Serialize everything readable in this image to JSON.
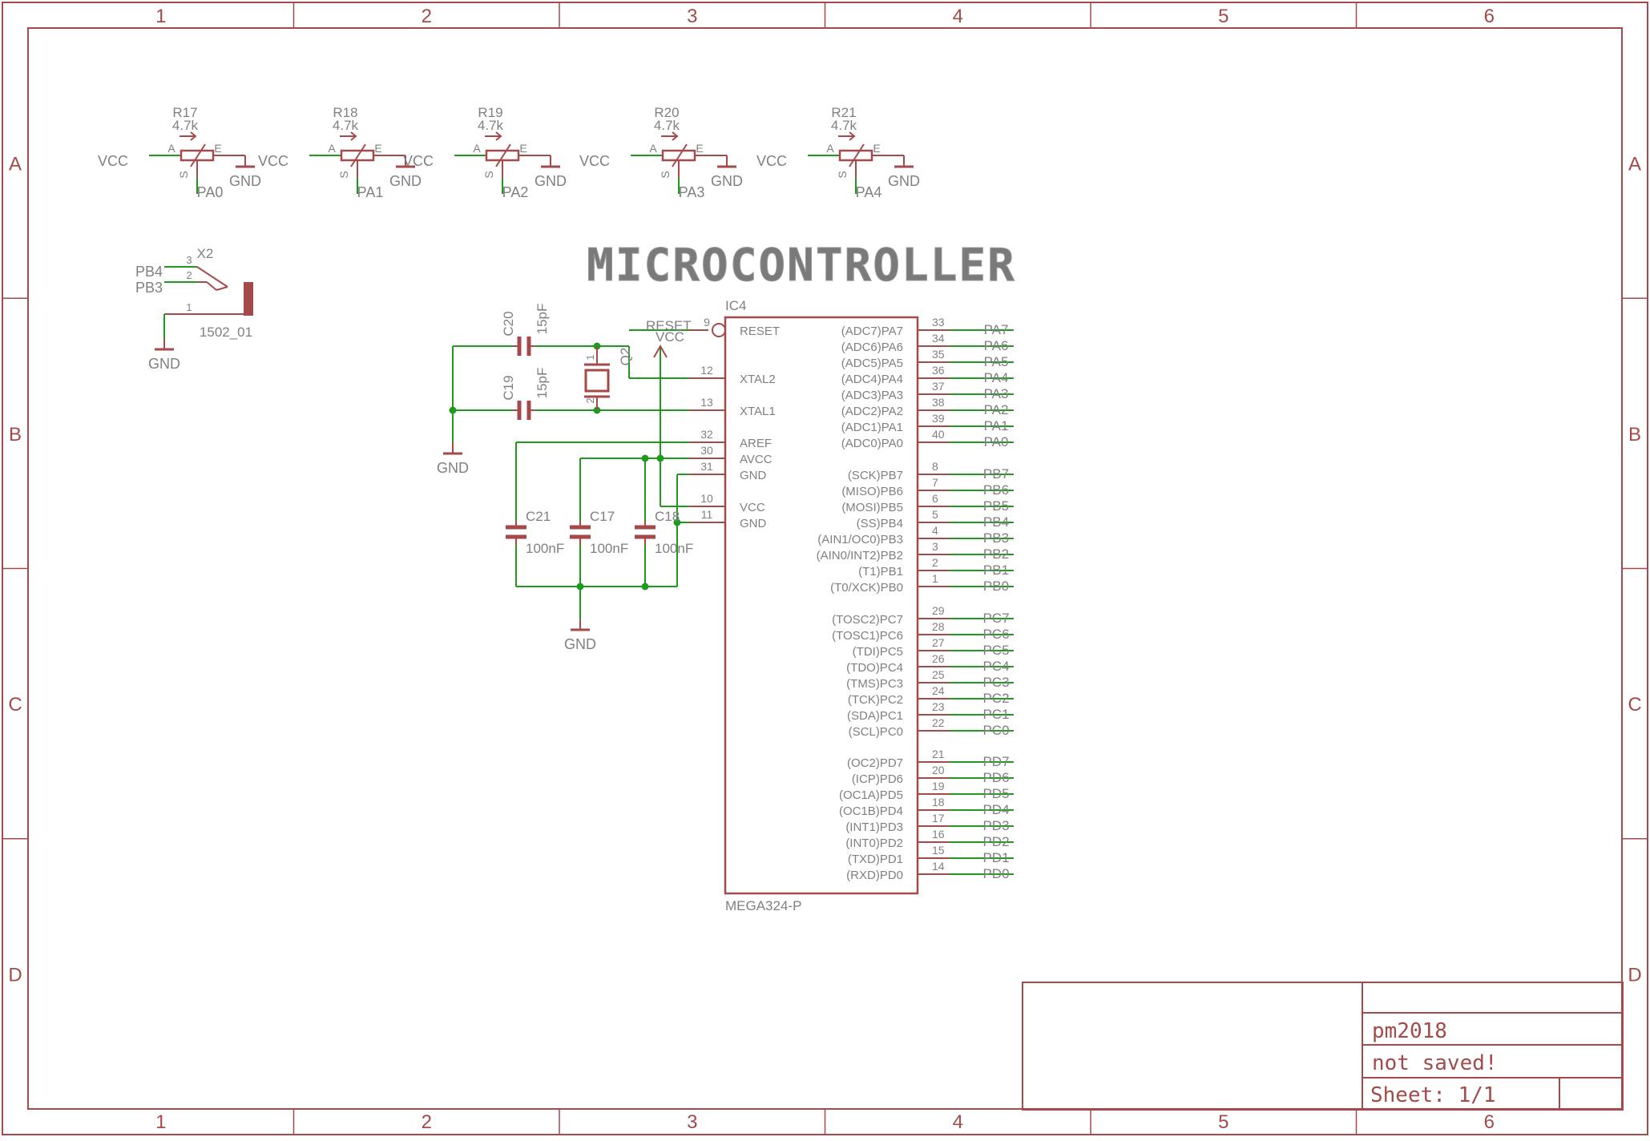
{
  "frame": {
    "columns": [
      "1",
      "2",
      "3",
      "4",
      "5",
      "6"
    ],
    "rows": [
      "A",
      "B",
      "C",
      "D"
    ]
  },
  "heading": "MICROCONTROLLER",
  "potentiometers": [
    {
      "ref": "R17",
      "value": "4.7k",
      "left_net": "VCC",
      "right_net": "GND",
      "wiper_net": "PA0",
      "pin_a": "A",
      "pin_e": "E",
      "pin_s": "S"
    },
    {
      "ref": "R18",
      "value": "4.7k",
      "left_net": "VCC",
      "right_net": "GND",
      "wiper_net": "PA1",
      "pin_a": "A",
      "pin_e": "E",
      "pin_s": "S"
    },
    {
      "ref": "R19",
      "value": "4.7k",
      "left_net": "VCC",
      "right_net": "GND",
      "wiper_net": "PA2",
      "pin_a": "A",
      "pin_e": "E",
      "pin_s": "S"
    },
    {
      "ref": "R20",
      "value": "4.7k",
      "left_net": "VCC",
      "right_net": "GND",
      "wiper_net": "PA3",
      "pin_a": "A",
      "pin_e": "E",
      "pin_s": "S"
    },
    {
      "ref": "R21",
      "value": "4.7k",
      "left_net": "VCC",
      "right_net": "GND",
      "wiper_net": "PA4",
      "pin_a": "A",
      "pin_e": "E",
      "pin_s": "S"
    }
  ],
  "jack": {
    "ref": "X2",
    "part": "1502_01",
    "pins": [
      {
        "num": "3",
        "net": "PB4"
      },
      {
        "num": "2",
        "net": "PB3"
      },
      {
        "num": "1",
        "net": "GND"
      }
    ]
  },
  "crystal": {
    "ref": "Q2",
    "pin1": "1",
    "pin2": "2"
  },
  "capacitors": {
    "c20": {
      "ref": "C20",
      "value": "15pF"
    },
    "c19": {
      "ref": "C19",
      "value": "15pF"
    },
    "c21": {
      "ref": "C21",
      "value": "100nF"
    },
    "c17": {
      "ref": "C17",
      "value": "100nF"
    },
    "c18": {
      "ref": "C18",
      "value": "100nF"
    }
  },
  "supply": {
    "gnd": "GND",
    "vcc": "VCC",
    "reset_net": "RESET"
  },
  "ic": {
    "ref": "IC4",
    "part": "MEGA324-P",
    "left_pins": [
      {
        "num": "9",
        "name": "RESET"
      },
      {
        "num": "12",
        "name": "XTAL2"
      },
      {
        "num": "13",
        "name": "XTAL1"
      },
      {
        "num": "32",
        "name": "AREF"
      },
      {
        "num": "30",
        "name": "AVCC"
      },
      {
        "num": "31",
        "name": "GND"
      },
      {
        "num": "10",
        "name": "VCC"
      },
      {
        "num": "11",
        "name": "GND"
      }
    ],
    "right_pins": [
      {
        "num": "33",
        "name": "(ADC7)PA7",
        "net": "PA7"
      },
      {
        "num": "34",
        "name": "(ADC6)PA6",
        "net": "PA6"
      },
      {
        "num": "35",
        "name": "(ADC5)PA5",
        "net": "PA5"
      },
      {
        "num": "36",
        "name": "(ADC4)PA4",
        "net": "PA4"
      },
      {
        "num": "37",
        "name": "(ADC3)PA3",
        "net": "PA3"
      },
      {
        "num": "38",
        "name": "(ADC2)PA2",
        "net": "PA2"
      },
      {
        "num": "39",
        "name": "(ADC1)PA1",
        "net": "PA1"
      },
      {
        "num": "40",
        "name": "(ADC0)PA0",
        "net": "PA0"
      },
      {
        "num": "8",
        "name": "(SCK)PB7",
        "net": "PB7"
      },
      {
        "num": "7",
        "name": "(MISO)PB6",
        "net": "PB6"
      },
      {
        "num": "6",
        "name": "(MOSI)PB5",
        "net": "PB5"
      },
      {
        "num": "5",
        "name": "(SS)PB4",
        "net": "PB4"
      },
      {
        "num": "4",
        "name": "(AIN1/OC0)PB3",
        "net": "PB3"
      },
      {
        "num": "3",
        "name": "(AIN0/INT2)PB2",
        "net": "PB2"
      },
      {
        "num": "2",
        "name": "(T1)PB1",
        "net": "PB1"
      },
      {
        "num": "1",
        "name": "(T0/XCK)PB0",
        "net": "PB0"
      },
      {
        "num": "29",
        "name": "(TOSC2)PC7",
        "net": "PC7"
      },
      {
        "num": "28",
        "name": "(TOSC1)PC6",
        "net": "PC6"
      },
      {
        "num": "27",
        "name": "(TDI)PC5",
        "net": "PC5"
      },
      {
        "num": "26",
        "name": "(TDO)PC4",
        "net": "PC4"
      },
      {
        "num": "25",
        "name": "(TMS)PC3",
        "net": "PC3"
      },
      {
        "num": "24",
        "name": "(TCK)PC2",
        "net": "PC2"
      },
      {
        "num": "23",
        "name": "(SDA)PC1",
        "net": "PC1"
      },
      {
        "num": "22",
        "name": "(SCL)PC0",
        "net": "PC0"
      },
      {
        "num": "21",
        "name": "(OC2)PD7",
        "net": "PD7"
      },
      {
        "num": "20",
        "name": "(ICP)PD6",
        "net": "PD6"
      },
      {
        "num": "19",
        "name": "(OC1A)PD5",
        "net": "PD5"
      },
      {
        "num": "18",
        "name": "(OC1B)PD4",
        "net": "PD4"
      },
      {
        "num": "17",
        "name": "(INT1)PD3",
        "net": "PD3"
      },
      {
        "num": "16",
        "name": "(INT0)PD2",
        "net": "PD2"
      },
      {
        "num": "15",
        "name": "(TXD)PD1",
        "net": "PD1"
      },
      {
        "num": "14",
        "name": "(RXD)PD0",
        "net": "PD0"
      }
    ]
  },
  "title_block": {
    "project": "pm2018",
    "status": "not saved!",
    "sheet": "Sheet: 1/1"
  },
  "colors": {
    "frame": "#a54a4a",
    "wire": "#1f9a1f",
    "text": "#808080",
    "heading": "#7a7a7a",
    "junction": "#1f9a1f"
  }
}
